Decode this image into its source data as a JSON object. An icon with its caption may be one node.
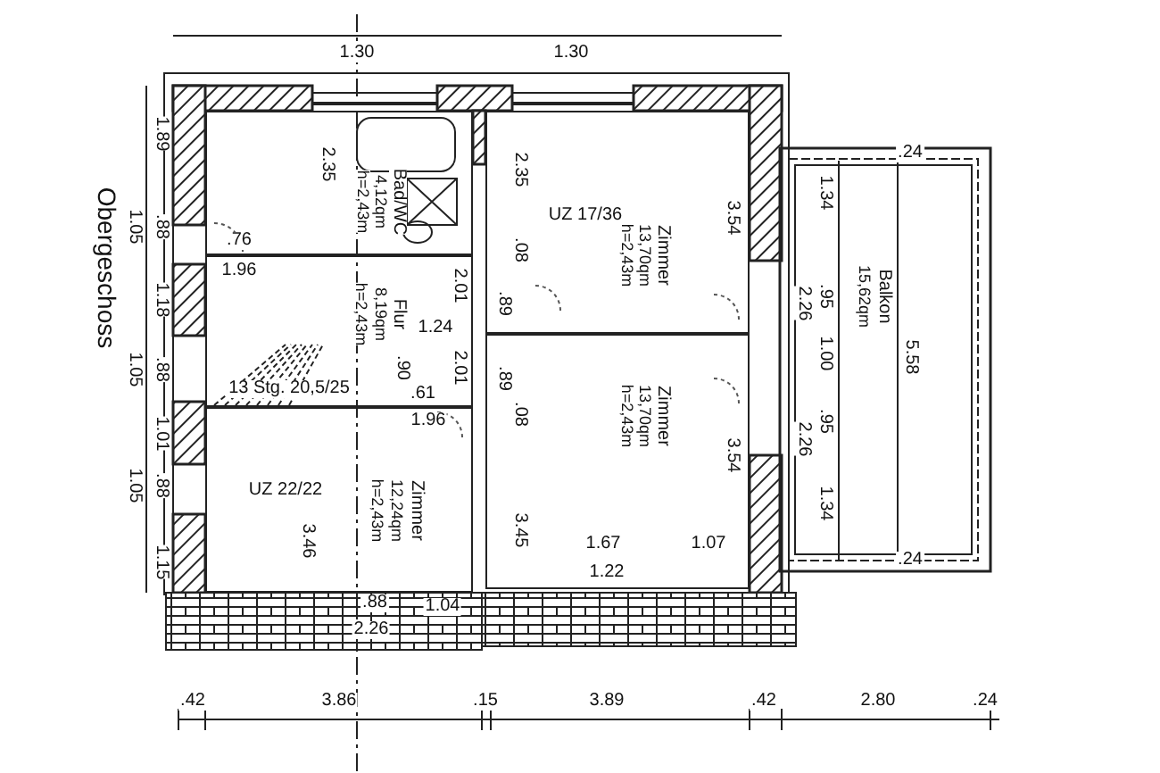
{
  "diagram": {
    "nodes": [
      {
        "text": [
          "Bad/WC",
          "4,12qm",
          "h=2,43m"
        ]
      },
      {
        "text": [
          "Flur",
          "8,19qm",
          "h=2,43m"
        ]
      },
      {
        "text": [
          "Zimmer",
          "13,70qm",
          "h=2,43m"
        ]
      },
      {
        "text": [
          "Zimmer",
          "13,70qm",
          "h=2,43m"
        ]
      },
      {
        "text": [
          "Zimmer",
          "12,24qm",
          "h=2,43m"
        ]
      },
      {
        "text": [
          "Balkon",
          "15,62qm"
        ]
      }
    ],
    "labels": [
      "1.30",
      "1.30",
      "Obergeschoss",
      "1.89",
      "1.05",
      ".88",
      "1.18",
      "1.05",
      ".88",
      "1.01",
      "1.05",
      ".88",
      "1.15",
      ".76",
      "1.96",
      "2.35",
      "1.24",
      "2.01",
      ".89",
      "2.01",
      ".89",
      "13 Stg. 20,5/25",
      ".90",
      ".61",
      "1.96",
      "2.35",
      "UZ 17/36",
      "3.54",
      ".08",
      ".08",
      "3.54",
      "3.45",
      "1.67",
      "1.07",
      "1.22",
      "UZ 22/22",
      "3.46",
      ".88",
      "1.04",
      "2.26",
      ".24",
      "1.34",
      "2.26",
      ".95",
      "1.00",
      ".95",
      "2.26",
      "1.34",
      "5.58",
      ".24",
      ".42",
      "3.86",
      ".15",
      "3.89",
      ".42",
      "2.80",
      ".24"
    ]
  }
}
